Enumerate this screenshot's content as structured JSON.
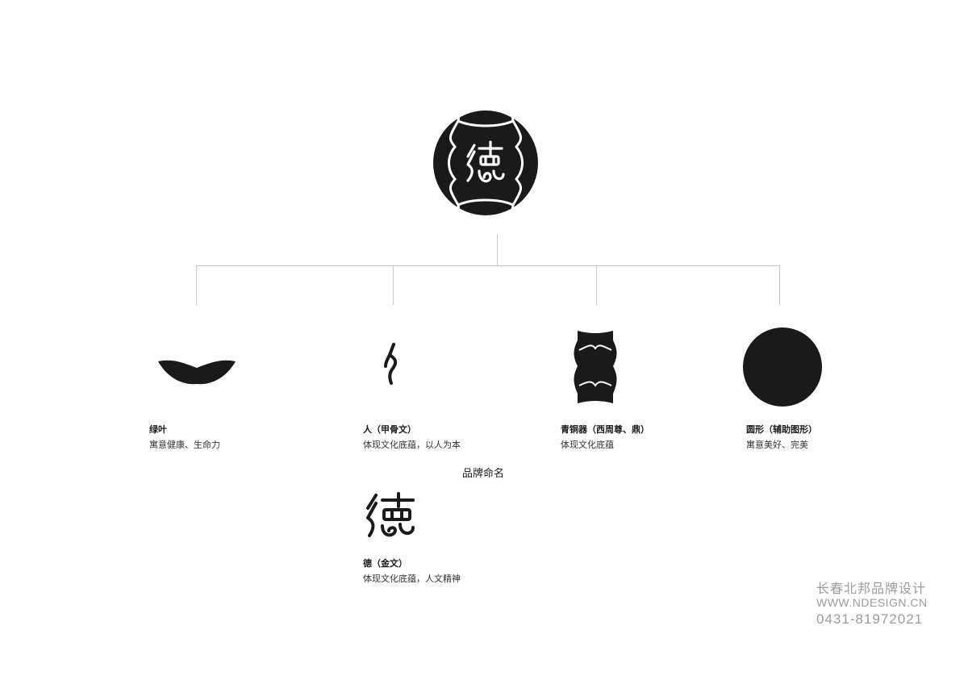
{
  "elements": [
    {
      "title": "绿叶",
      "desc": "寓意健康、生命力",
      "icon": "leaf-icon"
    },
    {
      "title": "人（甲骨文）",
      "desc": "体现文化底蕴，以人为本",
      "icon": "oracle-person-icon"
    },
    {
      "title": "青铜器（西周尊、鼎）",
      "desc": "体现文化底蕴",
      "icon": "bronze-vessel-icon"
    },
    {
      "title": "圆形（辅助图形）",
      "desc": "寓意美好、完美",
      "icon": "circle-icon"
    }
  ],
  "naming": {
    "heading": "品牌命名",
    "title": "德（金文）",
    "desc": "体现文化底蕴，人文精神",
    "icon": "de-character-icon"
  },
  "footer": {
    "name": "长春北邦品牌设计",
    "url": "WWW.NDESIGN.CN",
    "phone": "0431-81972021"
  },
  "colors": {
    "mark": "#1a1a1a",
    "connector": "#c8c8c8",
    "footer_text": "#9b9b9b"
  }
}
